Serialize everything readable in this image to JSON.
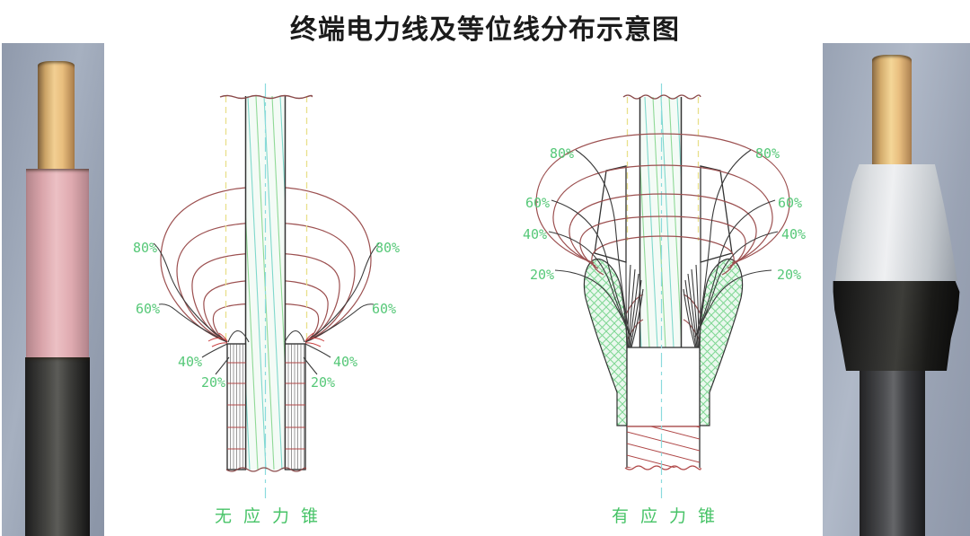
{
  "title": "终端电力线及等位线分布示意图",
  "diagrams": {
    "left": {
      "caption": "无应力锥",
      "percent_labels": [
        "80%",
        "60%",
        "40%",
        "20%"
      ]
    },
    "right": {
      "caption": "有应力锥",
      "percent_labels": [
        "80%",
        "60%",
        "40%",
        "20%"
      ]
    }
  },
  "colors": {
    "label_green": "#56c878",
    "caption_green": "#47c367",
    "equipotential_red": "#9c5050",
    "field_line_black": "#3a3a3a",
    "convergence_red": "#c94040",
    "shield_red": "#b04848",
    "break_red": "#8a4a4a",
    "hatch_green": "#8fd996",
    "hatch_teal": "#7fd8cc",
    "centerline_cyan": "#8adadd",
    "guide_yellow": "#e8e08a",
    "conductor_copper": "#e8bd7d",
    "insulation_pink": "#ecc0c4",
    "jacket_black": "#3f3f3c",
    "photo_background": "#9aa4b5"
  }
}
